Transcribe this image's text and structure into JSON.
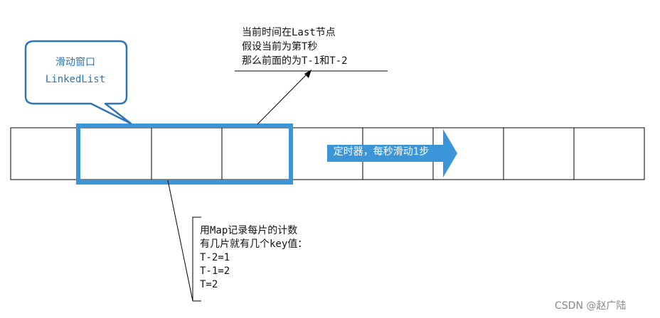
{
  "top_note": {
    "lines": [
      "当前时间在Last节点",
      "假设当前为第T秒",
      "那么前面的为T-1和T-2"
    ]
  },
  "callout": {
    "lines": [
      "滑动窗口",
      "LinkedList"
    ]
  },
  "arrow": {
    "label": "定时器，每秒滑动1步"
  },
  "bottom_note": {
    "lines": [
      "用Map记录每片的计数",
      "有几片就有几个key值：",
      "T-2=1",
      "T-1=2",
      "T=2"
    ]
  },
  "watermark": "CSDN @赵广陆",
  "colors": {
    "accent": "#2e75b6",
    "window_border": "#3a96d8",
    "arrow_fill": "#3a96d8"
  }
}
